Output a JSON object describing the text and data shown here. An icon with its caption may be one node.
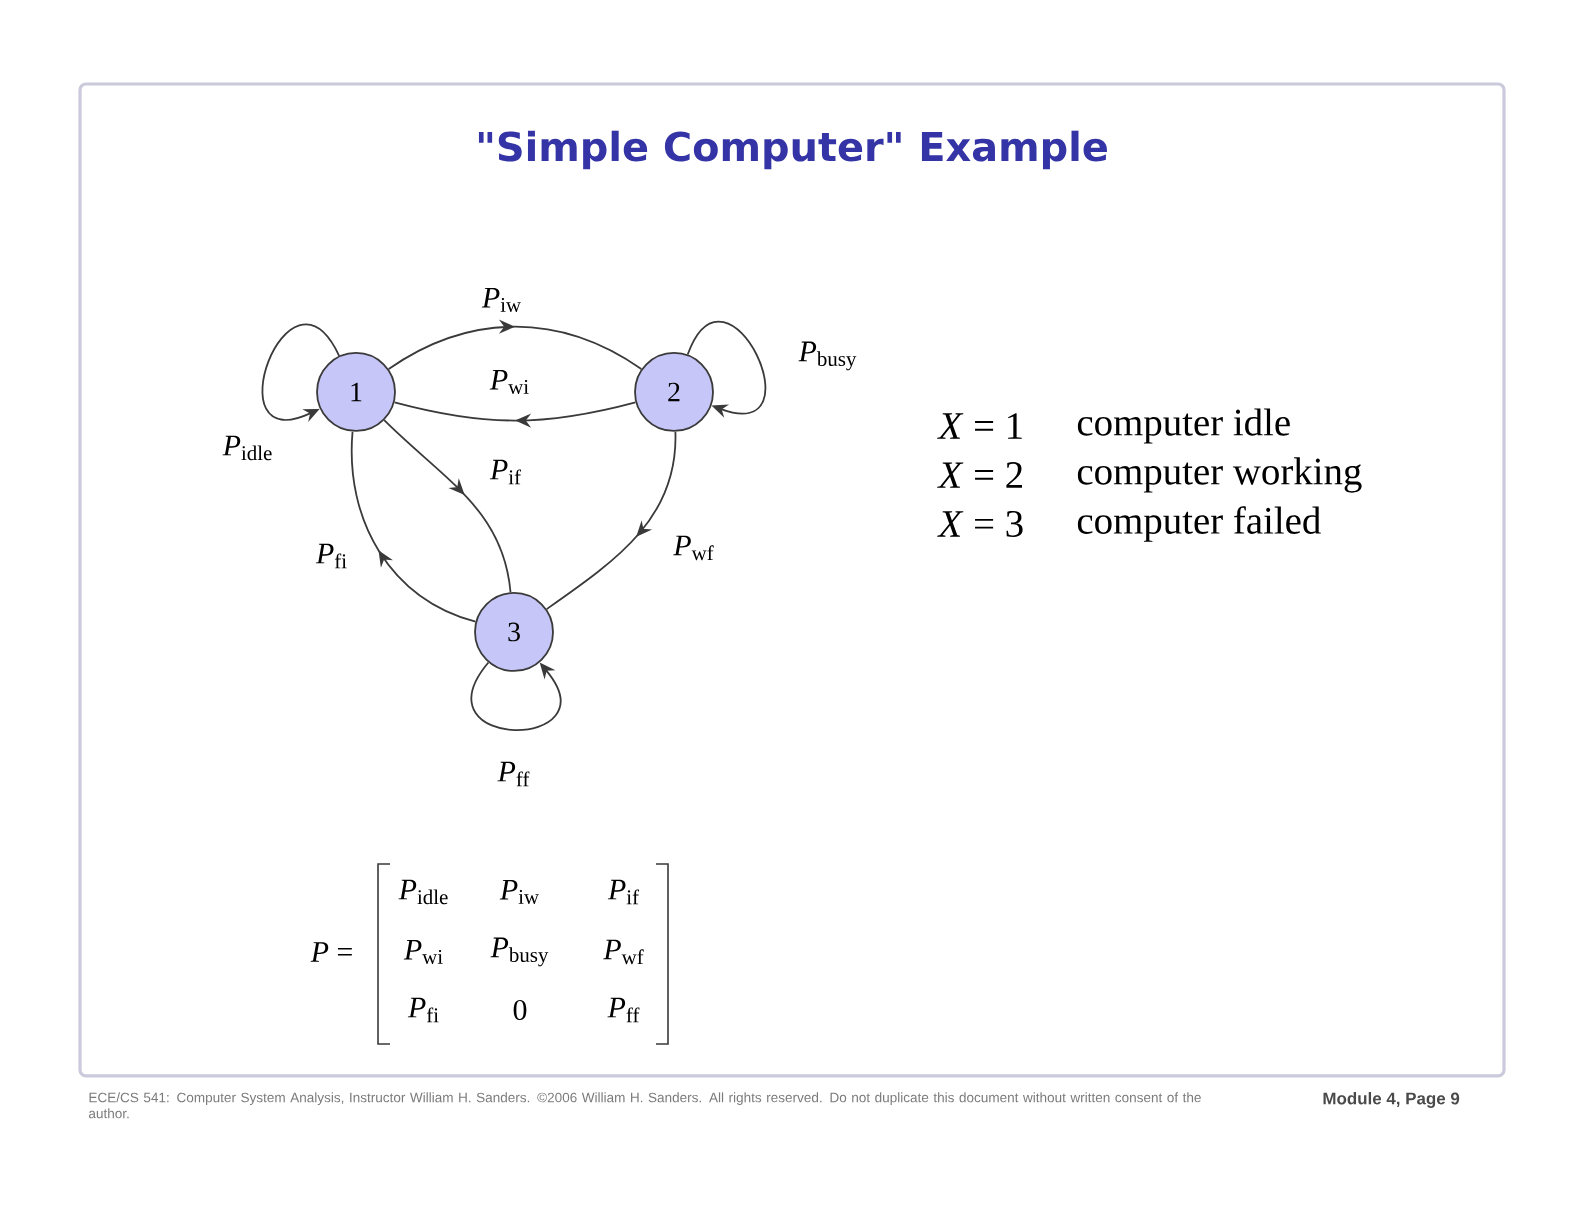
{
  "diagram": {
    "title": "\"Simple Computer\" Example",
    "nodes": [
      {
        "text": [
          "1"
        ]
      },
      {
        "text": [
          "2"
        ]
      },
      {
        "text": [
          "3"
        ]
      }
    ],
    "edges": [
      {
        "from": 0,
        "to": 1,
        "arrow": "to",
        "label": "*P*$_{iw}$"
      },
      {
        "from": 1,
        "to": 0,
        "arrow": "to",
        "label": "*P*$_{wi}$"
      },
      {
        "from": 0,
        "to": 0,
        "arrow": "to",
        "label": "*P*$_{idle}$"
      },
      {
        "from": 1,
        "to": 1,
        "arrow": "to",
        "label": "*P*$_{busy}$"
      },
      {
        "from": 0,
        "to": 2,
        "arrow": "to",
        "label": "*P*$_{if}$"
      },
      {
        "from": 2,
        "to": 0,
        "arrow": "to",
        "label": "*P*$_{fi}$"
      },
      {
        "from": 1,
        "to": 2,
        "arrow": "to",
        "label": "*P*$_{wf}$"
      },
      {
        "from": 2,
        "to": 2,
        "arrow": "to",
        "label": "*P*$_{ff}$"
      }
    ],
    "labels": [
      "*X* = 1",
      "computer idle",
      "*X* = 2",
      "computer working",
      "*X* = 3",
      "computer failed",
      "*P* =",
      "*P*$_{idle}$",
      "*P*$_{iw}$",
      "*P*$_{if}$",
      "*P*$_{wi}$",
      "*P*$_{busy}$",
      "*P*$_{wf}$",
      "*P*$_{fi}$",
      "0",
      "*P*$_{ff}$",
      "ECE/CS 541: Computer System Analysis, Instructor William H. Sanders. ©2006 William H. Sanders. All rights reserved. Do not duplicate this document without written consent of the author.",
      "Module 4, Page 9"
    ]
  }
}
